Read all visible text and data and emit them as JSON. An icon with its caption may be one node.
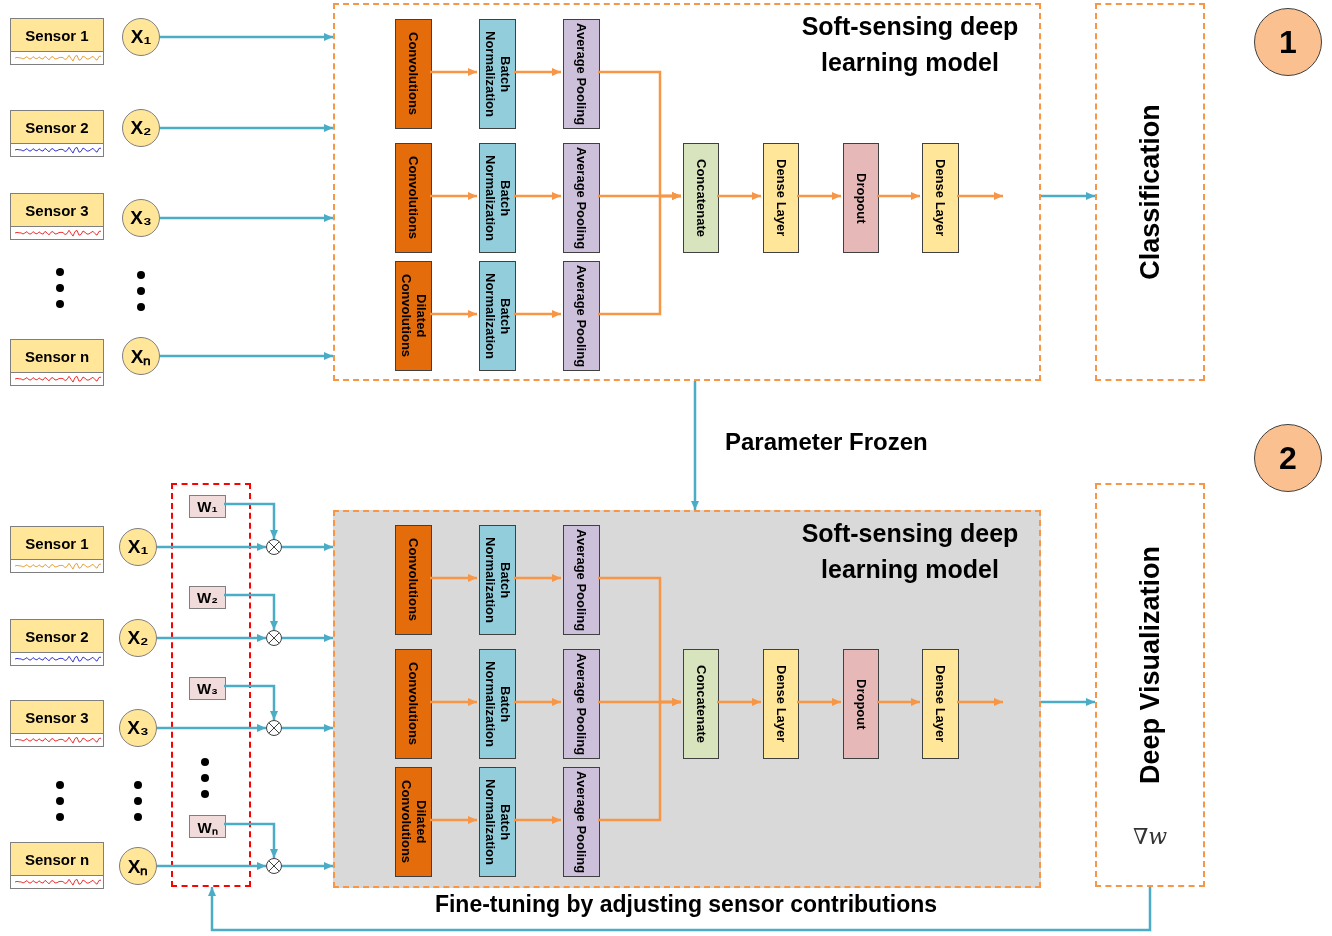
{
  "diagram": {
    "nodes": [
      {
        "text": [
          "Sensor 1"
        ]
      },
      {
        "text": [
          "Sensor 2"
        ]
      },
      {
        "text": [
          "Sensor 3"
        ]
      },
      {
        "text": [
          "Sensor n"
        ]
      },
      {
        "text": [
          "X₁"
        ]
      },
      {
        "text": [
          "X₂"
        ]
      },
      {
        "text": [
          "X₃"
        ]
      },
      {
        "text": [
          "Xₙ"
        ]
      },
      {
        "text": [
          "Soft-sensing deep learning model"
        ]
      },
      {
        "text": [
          "Convolutions"
        ],
        "in": 8
      },
      {
        "text": [
          "Batch Normalization"
        ],
        "in": 8
      },
      {
        "text": [
          "Average Pooling"
        ],
        "in": 8
      },
      {
        "text": [
          "Convolutions"
        ],
        "in": 8
      },
      {
        "text": [
          "Batch Normalization"
        ],
        "in": 8
      },
      {
        "text": [
          "Average Pooling"
        ],
        "in": 8
      },
      {
        "text": [
          "Dilated Convolutions"
        ],
        "in": 8
      },
      {
        "text": [
          "Batch Normalization"
        ],
        "in": 8
      },
      {
        "text": [
          "Average Pooling"
        ],
        "in": 8
      },
      {
        "text": [
          "Concatenate"
        ],
        "in": 8
      },
      {
        "text": [
          "Dense Layer"
        ],
        "in": 8
      },
      {
        "text": [
          "Dropout"
        ],
        "in": 8
      },
      {
        "text": [
          "Dense Layer"
        ],
        "in": 8
      },
      {
        "text": [
          "Classification"
        ]
      },
      {
        "text": [
          "1"
        ]
      },
      {
        "text": [
          "2"
        ]
      },
      {
        "text": [],
        "shape": "box"
      },
      {
        "text": [
          "W₁"
        ],
        "in": 25
      },
      {
        "text": [
          "W₂"
        ],
        "in": 25
      },
      {
        "text": [
          "W₃"
        ],
        "in": 25
      },
      {
        "text": [
          "Wₙ"
        ],
        "in": 25
      },
      {
        "text": [
          "Sensor 1"
        ]
      },
      {
        "text": [
          "Sensor 2"
        ]
      },
      {
        "text": [
          "Sensor 3"
        ]
      },
      {
        "text": [
          "Sensor n"
        ]
      },
      {
        "text": [
          "X₁"
        ]
      },
      {
        "text": [
          "X₂"
        ]
      },
      {
        "text": [
          "X₃"
        ]
      },
      {
        "text": [
          "Xₙ"
        ]
      },
      {
        "text": [],
        "shape": "circle"
      },
      {
        "text": [],
        "shape": "circle"
      },
      {
        "text": [],
        "shape": "circle"
      },
      {
        "text": [],
        "shape": "circle"
      },
      {
        "text": [
          "Soft-sensing deep learning model"
        ]
      },
      {
        "text": [
          "Convolutions"
        ],
        "in": 42
      },
      {
        "text": [
          "Batch Normalization"
        ],
        "in": 42
      },
      {
        "text": [
          "Average Pooling"
        ],
        "in": 42
      },
      {
        "text": [
          "Convolutions"
        ],
        "in": 42
      },
      {
        "text": [
          "Batch Normalization"
        ],
        "in": 42
      },
      {
        "text": [
          "Average Pooling"
        ],
        "in": 42
      },
      {
        "text": [
          "Dilated Convolutions"
        ],
        "in": 42
      },
      {
        "text": [
          "Batch Normalization"
        ],
        "in": 42
      },
      {
        "text": [
          "Average Pooling"
        ],
        "in": 42
      },
      {
        "text": [
          "Concatenate"
        ],
        "in": 42
      },
      {
        "text": [
          "Dense Layer"
        ],
        "in": 42
      },
      {
        "text": [
          "Dropout"
        ],
        "in": 42
      },
      {
        "text": [
          "Dense Layer"
        ],
        "in": 42
      },
      {
        "text": [
          "Deep Visualization",
          "∇w"
        ]
      }
    ],
    "edges": [
      {
        "from": 4,
        "to": 8,
        "arrow": "to",
        "color": "#4bacc6"
      },
      {
        "from": 5,
        "to": 8,
        "arrow": "to",
        "color": "#4bacc6"
      },
      {
        "from": 6,
        "to": 8,
        "arrow": "to",
        "color": "#4bacc6"
      },
      {
        "from": 7,
        "to": 8,
        "arrow": "to",
        "color": "#4bacc6"
      },
      {
        "from": 9,
        "to": 10,
        "arrow": "to"
      },
      {
        "from": 10,
        "to": 11,
        "arrow": "to"
      },
      {
        "from": 12,
        "to": 13,
        "arrow": "to"
      },
      {
        "from": 13,
        "to": 14,
        "arrow": "to"
      },
      {
        "from": 15,
        "to": 16,
        "arrow": "to"
      },
      {
        "from": 16,
        "to": 17,
        "arrow": "to"
      },
      {
        "from": 11,
        "to": 18,
        "arrow": "to"
      },
      {
        "from": 14,
        "to": 18,
        "arrow": "to"
      },
      {
        "from": 17,
        "to": 18,
        "arrow": "to"
      },
      {
        "from": 18,
        "to": 19,
        "arrow": "to"
      },
      {
        "from": 19,
        "to": 20,
        "arrow": "to"
      },
      {
        "from": 20,
        "to": 21,
        "arrow": "to"
      },
      {
        "from": 21,
        "to": null,
        "arrow": "to"
      },
      {
        "from": 8,
        "to": 22,
        "arrow": "to",
        "color": "#4bacc6"
      },
      {
        "from": 8,
        "to": 42,
        "arrow": "to",
        "label": "Parameter Frozen",
        "color": "#4bacc6"
      },
      {
        "from": 26,
        "to": 38,
        "arrow": "to",
        "color": "#4bacc6"
      },
      {
        "from": 34,
        "to": 38,
        "arrow": "to",
        "color": "#4bacc6"
      },
      {
        "from": 38,
        "to": 42,
        "arrow": "to",
        "color": "#4bacc6"
      },
      {
        "from": 27,
        "to": 39,
        "arrow": "to",
        "color": "#4bacc6"
      },
      {
        "from": 35,
        "to": 39,
        "arrow": "to",
        "color": "#4bacc6"
      },
      {
        "from": 39,
        "to": 42,
        "arrow": "to",
        "color": "#4bacc6"
      },
      {
        "from": 28,
        "to": 40,
        "arrow": "to",
        "color": "#4bacc6"
      },
      {
        "from": 36,
        "to": 40,
        "arrow": "to",
        "color": "#4bacc6"
      },
      {
        "from": 40,
        "to": 42,
        "arrow": "to",
        "color": "#4bacc6"
      },
      {
        "from": 29,
        "to": 41,
        "arrow": "to",
        "color": "#4bacc6"
      },
      {
        "from": 37,
        "to": 41,
        "arrow": "to",
        "color": "#4bacc6"
      },
      {
        "from": 41,
        "to": 42,
        "arrow": "to",
        "color": "#4bacc6"
      },
      {
        "from": 43,
        "to": 44,
        "arrow": "to"
      },
      {
        "from": 44,
        "to": 45,
        "arrow": "to"
      },
      {
        "from": 46,
        "to": 47,
        "arrow": "to"
      },
      {
        "from": 47,
        "to": 48,
        "arrow": "to"
      },
      {
        "from": 49,
        "to": 50,
        "arrow": "to"
      },
      {
        "from": 50,
        "to": 51,
        "arrow": "to"
      },
      {
        "from": 45,
        "to": 52,
        "arrow": "to"
      },
      {
        "from": 48,
        "to": 52,
        "arrow": "to"
      },
      {
        "from": 51,
        "to": 52,
        "arrow": "to"
      },
      {
        "from": 52,
        "to": 53,
        "arrow": "to"
      },
      {
        "from": 53,
        "to": 54,
        "arrow": "to"
      },
      {
        "from": 54,
        "to": 55,
        "arrow": "to"
      },
      {
        "from": 55,
        "to": null,
        "arrow": "to"
      },
      {
        "from": 42,
        "to": 56,
        "arrow": "to",
        "color": "#4bacc6"
      },
      {
        "from": 56,
        "to": 25,
        "arrow": "to",
        "label": "Fine-tuning by adjusting sensor contributions",
        "color": "#4bacc6"
      }
    ]
  }
}
